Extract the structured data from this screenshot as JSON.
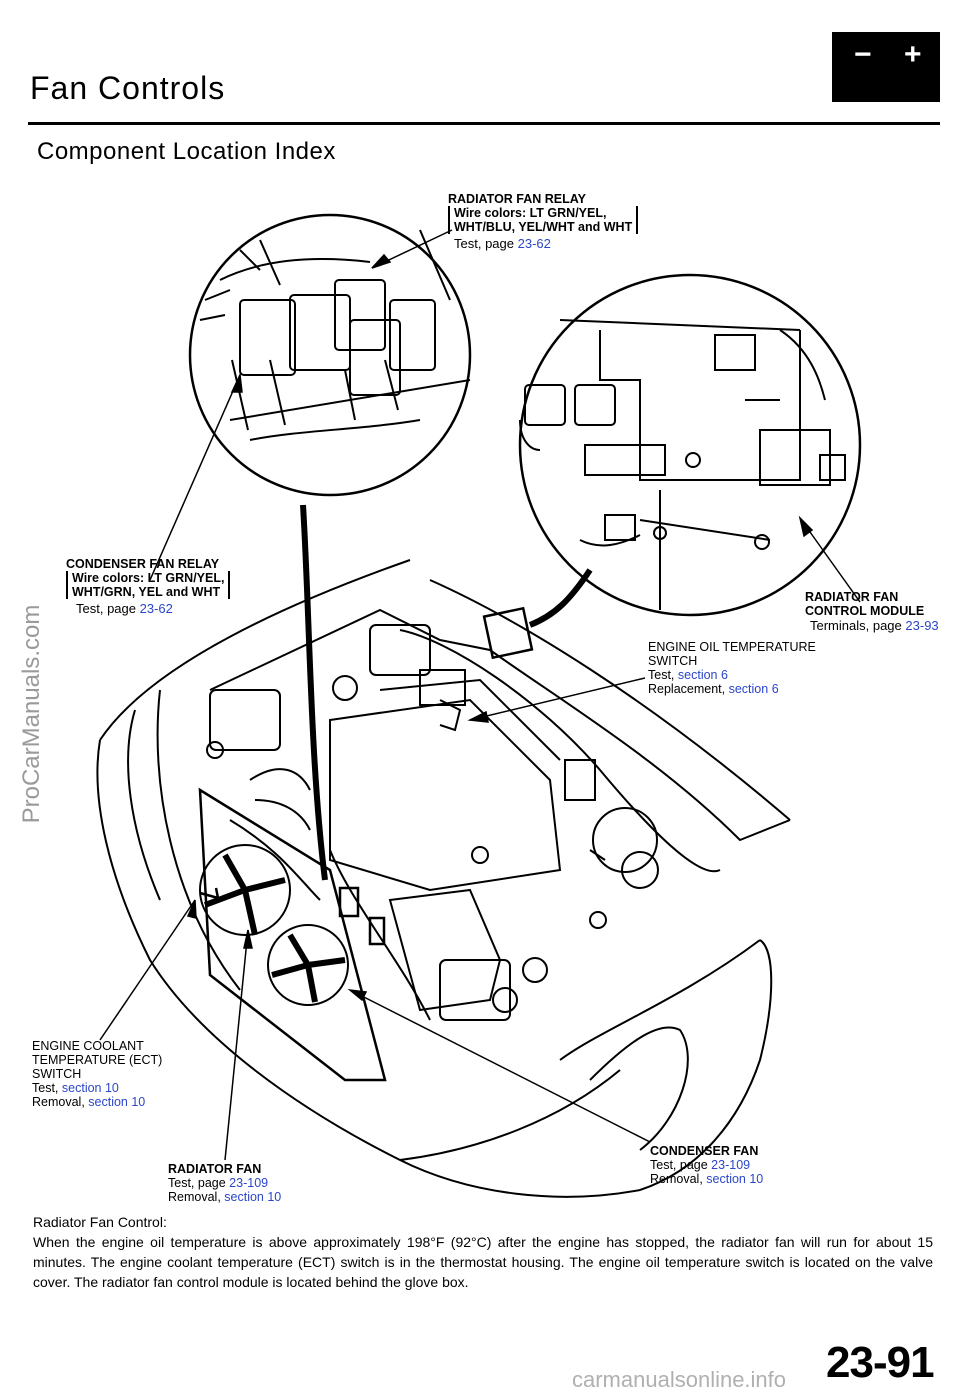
{
  "header": {
    "title": "Fan Controls",
    "subtitle": "Component Location Index",
    "battery_minus": "−",
    "battery_plus": "+"
  },
  "watermark": "ProCarManuals.com",
  "labels": {
    "radiator_relay": {
      "name": "RADIATOR FAN RELAY",
      "wires1": "Wire colors: LT GRN/YEL,",
      "wires2": "WHT/BLU, YEL/WHT and WHT",
      "test": "Test, page",
      "test_ref": "23-62"
    },
    "condenser_relay": {
      "name": "CONDENSER FAN RELAY",
      "wires1": "Wire colors: LT GRN/YEL,",
      "wires2": "WHT/GRN, YEL and WHT",
      "test": "Test, page",
      "test_ref": "23-62"
    },
    "control_module": {
      "name1": "RADIATOR FAN",
      "name2": "CONTROL MODULE",
      "terminals": "Terminals, page",
      "terminals_ref": "23-93"
    },
    "oil_switch": {
      "name1": "ENGINE OIL TEMPERATURE",
      "name2": "SWITCH",
      "test": "Test,",
      "test_ref": "section 6",
      "replacement": "Replacement,",
      "replacement_ref": "section 6"
    },
    "ect_switch": {
      "name1": "ENGINE COOLANT",
      "name2": "TEMPERATURE (ECT)",
      "name3": "SWITCH",
      "test": "Test,",
      "test_ref": "section 10",
      "removal": "Removal,",
      "removal_ref": "section 10"
    },
    "radiator_fan": {
      "name": "RADIATOR FAN",
      "test": "Test, page",
      "test_ref": "23-109",
      "removal": "Removal,",
      "removal_ref": "section 10"
    },
    "condenser_fan": {
      "name": "CONDENSER FAN",
      "test": "Test, page",
      "test_ref": "23-109",
      "removal": "Removal,",
      "removal_ref": "section 10"
    }
  },
  "description": {
    "heading": "Radiator Fan Control:",
    "body": "When the engine oil temperature is above approximately 198°F (92°C) after the engine has stopped, the radiator fan will run for about 15 minutes. The engine coolant temperature (ECT) switch is in the thermostat housing. The engine oil temperature switch is located on the valve cover. The radiator fan control module is located behind the glove box."
  },
  "page_number": "23-91",
  "footer_watermark": "carmanualsonline.info"
}
